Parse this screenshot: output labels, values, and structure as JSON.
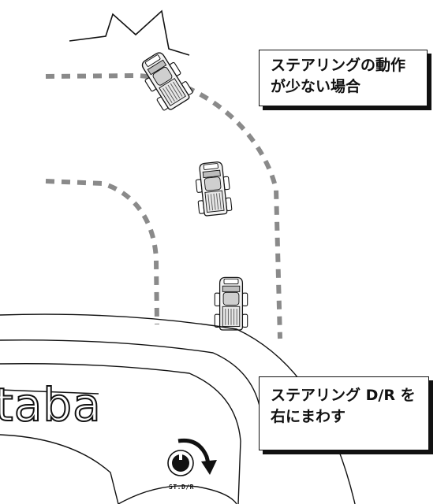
{
  "callouts": {
    "top": {
      "line1": "ステアリングの動作",
      "line2": "が少ない場合"
    },
    "bottom": {
      "line1": "ステアリング D/R を",
      "line2": "右にまわす"
    }
  },
  "transmitter": {
    "logo_text": "taba",
    "knob_label": "ST.D/R"
  },
  "colors": {
    "ink": "#111111",
    "path_dash": "#8a8a8a",
    "background": "#ffffff"
  },
  "icons": [
    "crash-burst-icon",
    "truck-icon",
    "rotate-right-arrow-icon",
    "dial-knob-icon"
  ]
}
